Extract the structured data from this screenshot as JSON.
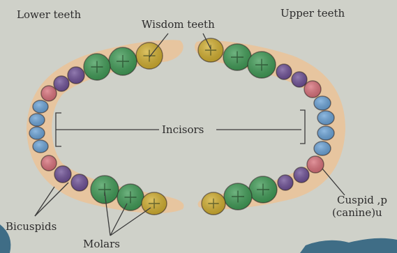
{
  "labels": {
    "lower_teeth": "Lower teeth",
    "wisdom_teeth": "Wisdom teeth",
    "upper_teeth": "Upper teeth",
    "incisors": "Incisors",
    "cuspid_line1": "Cuspid ,p",
    "cuspid_line2": "(canine)u",
    "bicuspids": "Bicuspids",
    "molars": "Molars"
  },
  "colors": {
    "background": "#cfd1c9",
    "gum": "#e7c59f",
    "incisor": "#6aa2d6",
    "cuspid": "#d8707a",
    "bicuspid": "#6d4f95",
    "molar": "#3f9a55",
    "wisdom": "#d1ae2f",
    "edge_panel": "#3f6d86"
  },
  "tooth_types": [
    "incisor",
    "cuspid",
    "bicuspid",
    "molar",
    "wisdom"
  ]
}
